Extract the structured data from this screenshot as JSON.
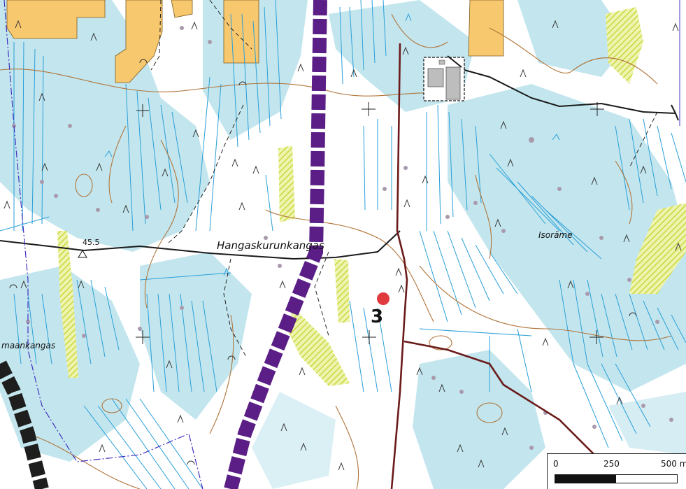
{
  "map": {
    "labels": {
      "hangaskurunkangas": "Hangaskurunkangas",
      "isorame": "Isoräme",
      "maankangas": "maankangas",
      "elevation": "45.5"
    },
    "marker": {
      "number": "3",
      "color": "#e0393e"
    },
    "scale_bar": {
      "ticks": [
        "0",
        "250",
        "500 m"
      ]
    },
    "colors": {
      "background": "#ffffff",
      "wetland": "#c3e6ee",
      "ditch": "#2a9fd8",
      "field": "#f8c86e",
      "contour": "#b0743a",
      "road": "#1a1a1a",
      "main_road": "#6b1a1a",
      "power_line": "#5b1e86",
      "boundary": "#4030c0",
      "meadow_hatch": "#d2e04a"
    }
  }
}
